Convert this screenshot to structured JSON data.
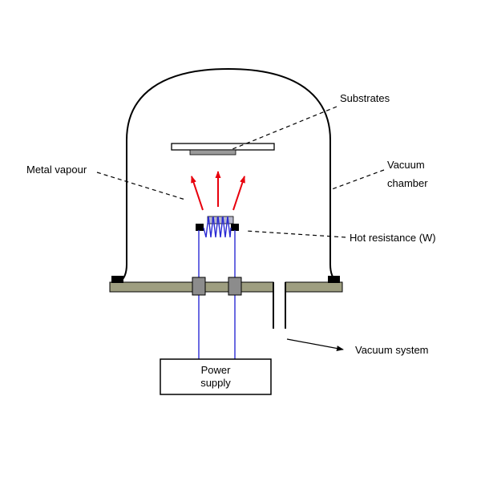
{
  "diagram": {
    "title": "Thermal evaporation vacuum deposition diagram",
    "labels": {
      "substrates": "Substrates",
      "metal_vapour": "Metal vapour",
      "vacuum_chamber": "Vacuum\nchamber",
      "hot_resistance": "Hot resistance (W)",
      "vacuum_system": "Vacuum system",
      "power_supply": "Power\nsupply"
    },
    "colors": {
      "outline": "#000000",
      "vapour_arrows": "#e8000d",
      "filament_wire": "#2a2ad4",
      "base_plate": "#9e9e80",
      "connector": "#8c8c8c",
      "substrate_gray": "#9a9a9a",
      "source_fill": "#b8b8cc",
      "background": "#ffffff"
    }
  }
}
